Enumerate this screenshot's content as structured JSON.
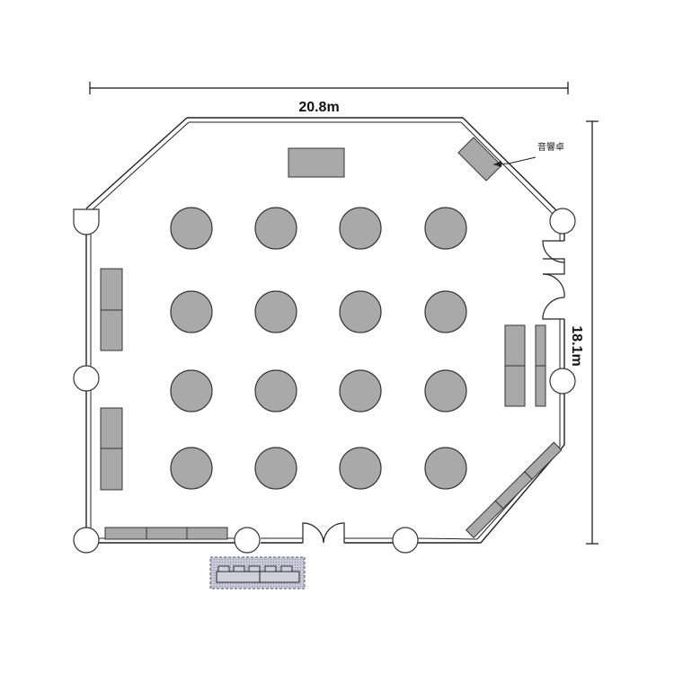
{
  "floor_plan": {
    "width_dimension": "20.8m",
    "height_dimension": "18.1m",
    "sound_desk_label": "音響卓"
  },
  "round_tables": {
    "rows": 4,
    "columns": 4,
    "count": 16
  }
}
